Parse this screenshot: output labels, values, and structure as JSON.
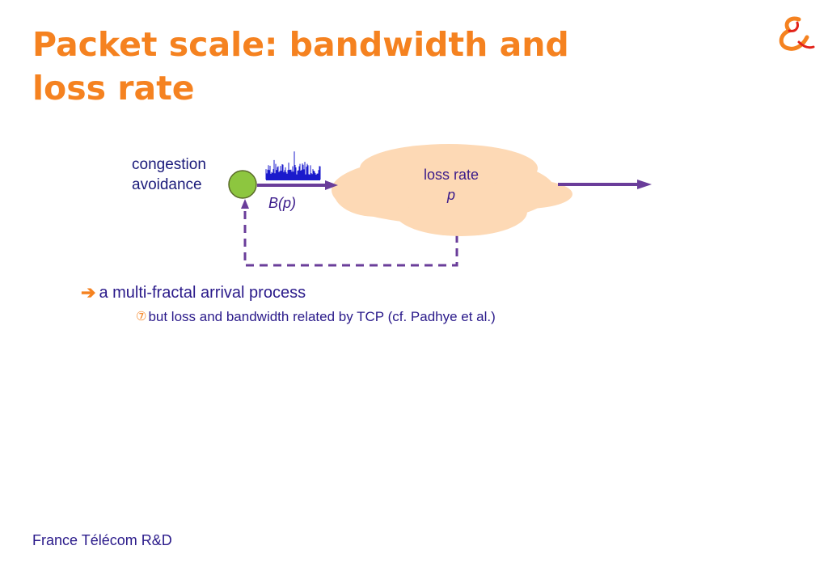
{
  "slide": {
    "title_lines": [
      "Packet scale: bandwidth and",
      "loss rate"
    ],
    "footer": "France Télécom R&D"
  },
  "diagram": {
    "source_label_lines": [
      "congestion",
      "avoidance"
    ],
    "bandwidth_label": "B(p)",
    "cloud_label_lines": [
      "loss rate",
      "p"
    ]
  },
  "bullets": {
    "level1": {
      "marker": "➔",
      "text": "a multi-fractal arrival process"
    },
    "level2": {
      "marker": "⑦",
      "text": "but loss and bandwidth related by TCP (cf. Padhye et al.)"
    }
  },
  "colors": {
    "title": "#f58220",
    "arrow": "#6a3d9a",
    "node": "#8dc63f",
    "cloud": "#fdd9b5",
    "traffic": "#1a1acc",
    "text": "#2a1a8a"
  },
  "icons": {
    "logo": "france-telecom-ampersand-logo"
  }
}
